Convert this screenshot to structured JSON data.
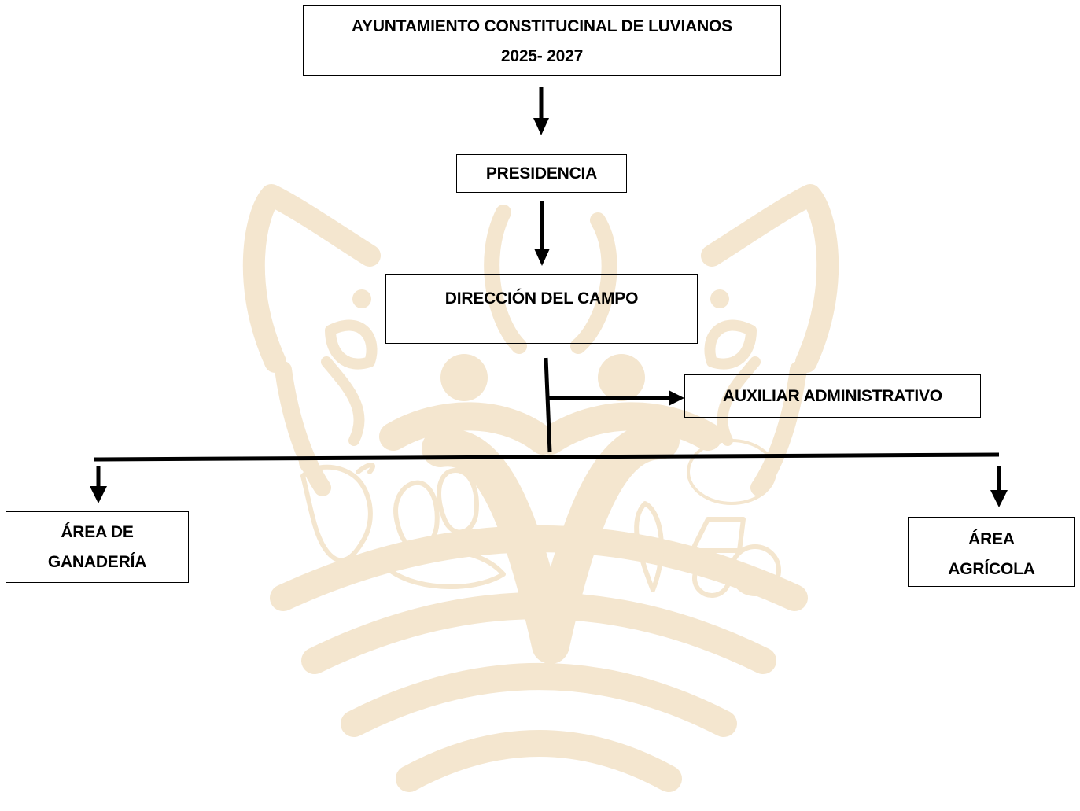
{
  "org_chart": {
    "ayuntamiento": {
      "line1": "AYUNTAMIENTO CONSTITUCINAL DE LUVIANOS",
      "line2": "2025- 2027"
    },
    "presidencia": "PRESIDENCIA",
    "direccion": "DIRECCIÓN DEL CAMPO",
    "auxiliar": "AUXILIAR ADMINISTRATIVO",
    "ganaderia": {
      "line1": "ÁREA DE",
      "line2": "GANADERÍA"
    },
    "agricola": {
      "line1": "ÁREA",
      "line2": "AGRÍCOLA"
    }
  },
  "colors": {
    "watermark": "#f4e6cf",
    "lines": "#000000"
  },
  "watermark": {
    "type": "emblem",
    "icons": [
      "cow-icon",
      "sandals-icon",
      "hat-icon",
      "corn-icon",
      "tractor-icon",
      "leaf-icon",
      "person-icon"
    ]
  }
}
